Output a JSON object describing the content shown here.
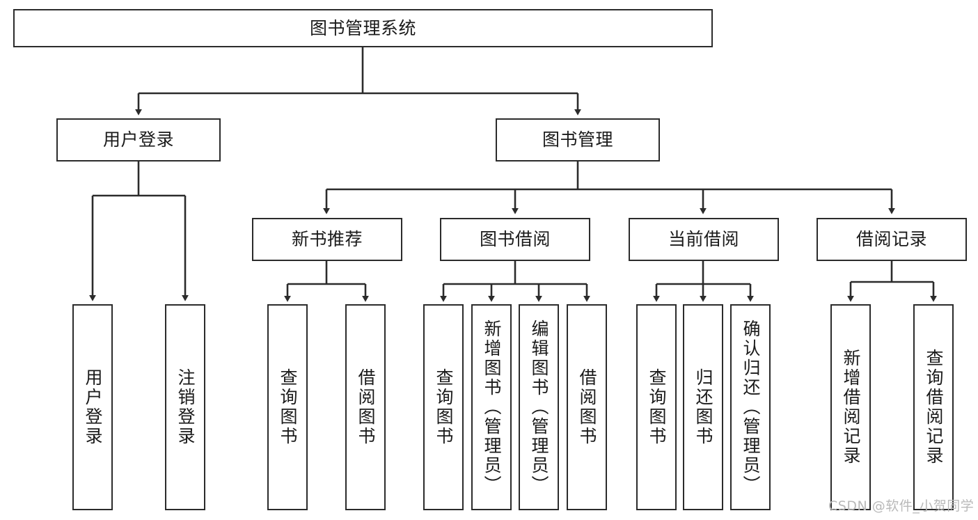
{
  "diagram": {
    "title": "图书管理系统",
    "watermark": "CSDN @软件_小贺同学",
    "stroke_color": "#2b2b2b",
    "background_color": "#ffffff",
    "text_color": "#1a1a1a",
    "watermark_color": "#b9b9b9",
    "nodes": [
      {
        "id": "root",
        "label": "图书管理系统",
        "level": 1,
        "orientation": "horizontal"
      },
      {
        "id": "user_login",
        "label": "用户登录",
        "level": 2,
        "orientation": "horizontal"
      },
      {
        "id": "book_mgmt",
        "label": "图书管理",
        "level": 2,
        "orientation": "horizontal"
      },
      {
        "id": "new_book_rec",
        "label": "新书推荐",
        "level": 3,
        "orientation": "horizontal"
      },
      {
        "id": "book_borrow",
        "label": "图书借阅",
        "level": 3,
        "orientation": "horizontal"
      },
      {
        "id": "current_borrow",
        "label": "当前借阅",
        "level": 3,
        "orientation": "horizontal"
      },
      {
        "id": "borrow_record",
        "label": "借阅记录",
        "level": 3,
        "orientation": "horizontal"
      },
      {
        "id": "leaf_login",
        "label": "用户登录",
        "level": 4,
        "orientation": "vertical"
      },
      {
        "id": "leaf_logout",
        "label": "注销登录",
        "level": 4,
        "orientation": "vertical"
      },
      {
        "id": "leaf_q_book_1",
        "label": "查询图书",
        "level": 4,
        "orientation": "vertical"
      },
      {
        "id": "leaf_borrow_1",
        "label": "借阅图书",
        "level": 4,
        "orientation": "vertical"
      },
      {
        "id": "leaf_q_book_2",
        "label": "查询图书",
        "level": 4,
        "orientation": "vertical"
      },
      {
        "id": "leaf_add_book",
        "label": "新增图书（管理员）",
        "level": 4,
        "orientation": "vertical"
      },
      {
        "id": "leaf_edit_book",
        "label": "编辑图书（管理员）",
        "level": 4,
        "orientation": "vertical"
      },
      {
        "id": "leaf_borrow_2",
        "label": "借阅图书",
        "level": 4,
        "orientation": "vertical"
      },
      {
        "id": "leaf_q_book_3",
        "label": "查询图书",
        "level": 4,
        "orientation": "vertical"
      },
      {
        "id": "leaf_return",
        "label": "归还图书",
        "level": 4,
        "orientation": "vertical"
      },
      {
        "id": "leaf_confirm",
        "label": "确认归还（管理员）",
        "level": 4,
        "orientation": "vertical"
      },
      {
        "id": "leaf_add_rec",
        "label": "新增借阅记录",
        "level": 4,
        "orientation": "vertical"
      },
      {
        "id": "leaf_q_rec",
        "label": "查询借阅记录",
        "level": 4,
        "orientation": "vertical"
      }
    ],
    "edges": [
      {
        "from": "root",
        "to": "user_login"
      },
      {
        "from": "root",
        "to": "book_mgmt"
      },
      {
        "from": "user_login",
        "to": "leaf_login"
      },
      {
        "from": "user_login",
        "to": "leaf_logout"
      },
      {
        "from": "book_mgmt",
        "to": "new_book_rec"
      },
      {
        "from": "book_mgmt",
        "to": "book_borrow"
      },
      {
        "from": "book_mgmt",
        "to": "current_borrow"
      },
      {
        "from": "book_mgmt",
        "to": "borrow_record"
      },
      {
        "from": "new_book_rec",
        "to": "leaf_q_book_1"
      },
      {
        "from": "new_book_rec",
        "to": "leaf_borrow_1"
      },
      {
        "from": "book_borrow",
        "to": "leaf_q_book_2"
      },
      {
        "from": "book_borrow",
        "to": "leaf_add_book"
      },
      {
        "from": "book_borrow",
        "to": "leaf_edit_book"
      },
      {
        "from": "book_borrow",
        "to": "leaf_borrow_2"
      },
      {
        "from": "current_borrow",
        "to": "leaf_q_book_3"
      },
      {
        "from": "current_borrow",
        "to": "leaf_return"
      },
      {
        "from": "current_borrow",
        "to": "leaf_confirm"
      },
      {
        "from": "borrow_record",
        "to": "leaf_add_rec"
      },
      {
        "from": "borrow_record",
        "to": "leaf_q_rec"
      }
    ]
  }
}
